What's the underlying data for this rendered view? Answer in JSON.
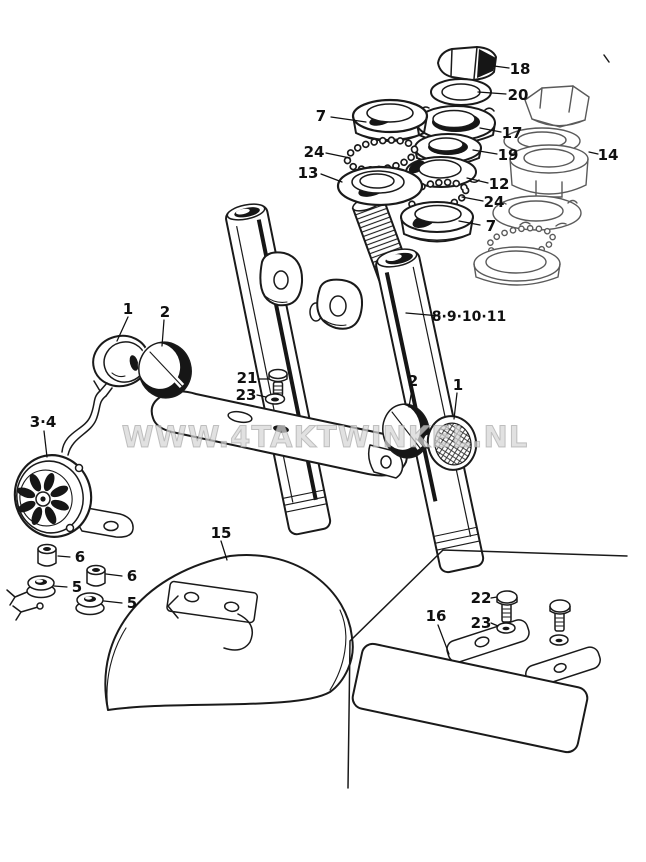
{
  "diagram": {
    "type": "exploded-parts-drawing",
    "subject": "front fork, steering stem bearings, horn, fender and number plate",
    "watermark": "WWW.4TAKTWINKEL.NL",
    "colors": {
      "paper": "#ffffff",
      "ink": "#1a1a1a",
      "light_ink": "#5a5a5a",
      "watermark": "#d6d6d6"
    },
    "callouts": {
      "n7a": "7",
      "n24a": "24",
      "n13": "13",
      "n18": "18",
      "n20": "20",
      "n17": "17",
      "n19": "19",
      "n14": "14",
      "n12": "12",
      "n24b": "24",
      "n7b": "7",
      "n8_11": "8·9·10·11",
      "n1L": "1",
      "n2L": "2",
      "n21": "21",
      "n23a": "23",
      "n2R": "2",
      "n1R": "1",
      "n34": "3·4",
      "n6a": "6",
      "n5a": "5",
      "n6b": "6",
      "n5b": "5",
      "n15": "15",
      "n16": "16",
      "n22": "22",
      "n23b": "23"
    }
  }
}
